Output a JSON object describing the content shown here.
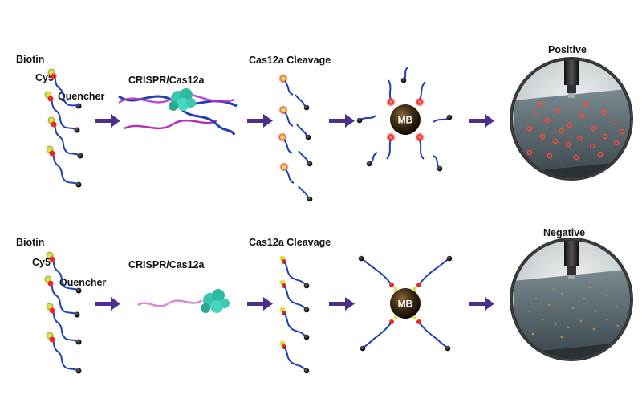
{
  "colors": {
    "dna_blue": "#1f3fb8",
    "dna_magenta": "#b62fb8",
    "arrow_purple": "#4b2f8c",
    "quencher_black": "#1a1a1a",
    "cy5_red": "#e82a20",
    "biotin_yellow": "#d8e04a",
    "cas12a_teal": "#35c7b0",
    "mb_brown": "#3b2a14",
    "scope_bg": "#6b7a80"
  },
  "rows": [
    {
      "key": "positive",
      "labels": {
        "biotin": "Biotin",
        "cy5": "Cy5",
        "quencher": "Quencher",
        "crispr": "CRISPR/Cas12a",
        "cleavage": "Cas12a Cleavage",
        "mb": "MB",
        "result": "Positive"
      }
    },
    {
      "key": "negative",
      "labels": {
        "biotin": "Biotin",
        "cy5": "Cy5",
        "quencher": "Quencher",
        "crispr": "CRISPR/Cas12a",
        "cleavage": "Cas12a Cleavage",
        "mb": "MB",
        "result": "Negative"
      }
    }
  ]
}
